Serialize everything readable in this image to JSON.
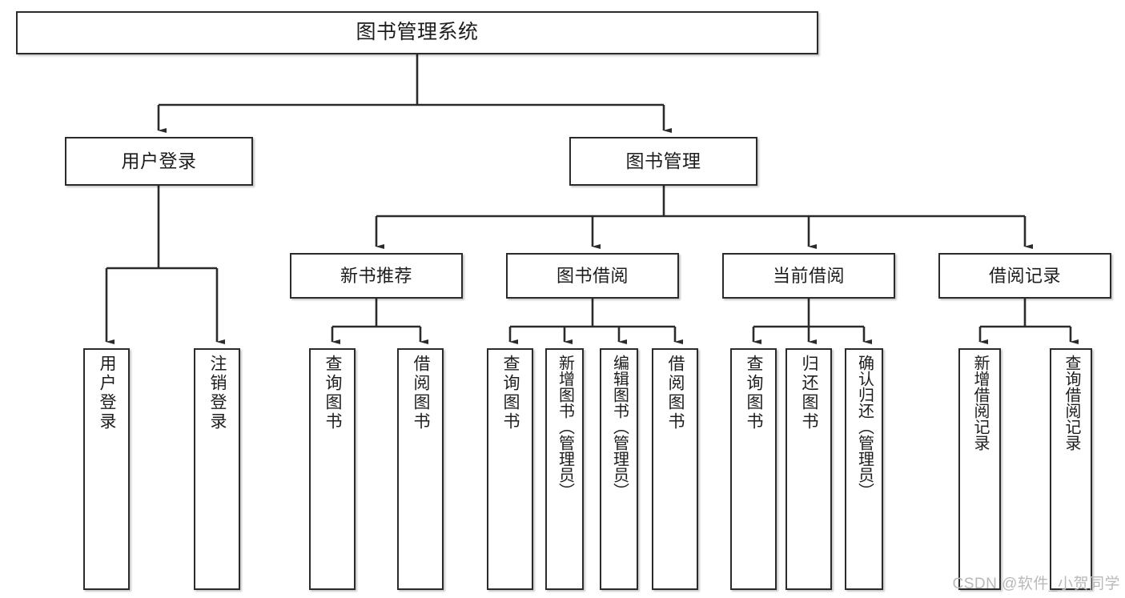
{
  "diagram": {
    "title": "图书管理系统",
    "type": "tree",
    "background_color": "#ffffff",
    "box_border_color": "#2b2b2b",
    "text_color": "#1d1d1d"
  },
  "root": {
    "label": "图书管理系统"
  },
  "level1": [
    {
      "label": "用户登录"
    },
    {
      "label": "图书管理"
    }
  ],
  "level2": [
    {
      "label": "新书推荐"
    },
    {
      "label": "图书借阅"
    },
    {
      "label": "当前借阅"
    },
    {
      "label": "借阅记录"
    }
  ],
  "leaves": {
    "user_login": [
      {
        "label": "用户登录"
      },
      {
        "label": "注销登录"
      }
    ],
    "new_book_recommend": [
      {
        "label": "查询图书"
      },
      {
        "label": "借阅图书"
      }
    ],
    "book_borrow": [
      {
        "label": "查询图书"
      },
      {
        "label": "新增图书（管理员）"
      },
      {
        "label": "编辑图书（管理员）"
      },
      {
        "label": "借阅图书"
      }
    ],
    "current_borrow": [
      {
        "label": "查询图书"
      },
      {
        "label": "归还图书"
      },
      {
        "label": "确认归还（管理员）"
      }
    ],
    "borrow_record": [
      {
        "label": "新增借阅记录"
      },
      {
        "label": "查询借阅记录"
      }
    ]
  },
  "watermark": {
    "text": "CSDN @软件_小贺同学",
    "color": "#b9b9b9"
  }
}
